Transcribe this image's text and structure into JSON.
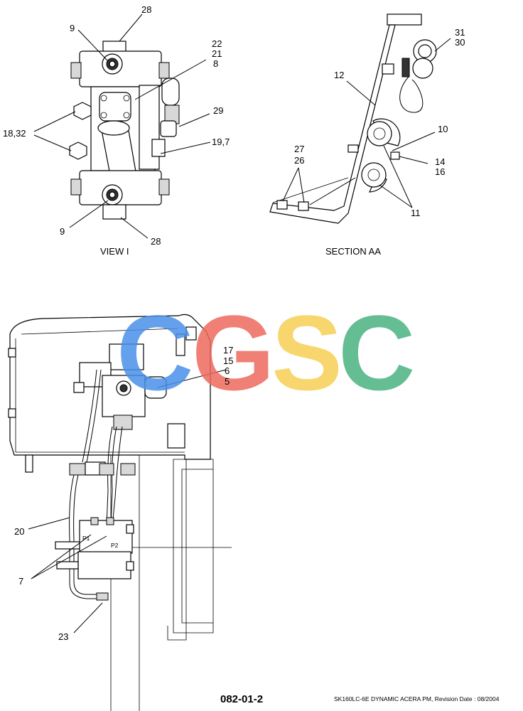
{
  "view_i": {
    "caption": "VIEW I",
    "labels": {
      "l28_top": "28",
      "l9_top": "9",
      "l22": "22",
      "l21": "21",
      "l8": "8",
      "l29": "29",
      "l18_32": "18,32",
      "l19_7": "19,7",
      "l9_bottom": "9",
      "l28_bottom": "28"
    }
  },
  "section_aa": {
    "caption": "SECTION AA",
    "labels": {
      "l31": "31",
      "l30": "30",
      "l12": "12",
      "l10": "10",
      "l27": "27",
      "l26": "26",
      "l14": "14",
      "l16": "16",
      "l11": "11"
    }
  },
  "assembly": {
    "labels": {
      "l17": "17",
      "l15": "15",
      "l6": "6",
      "l5": "5",
      "l20": "20",
      "l7": "7",
      "l23": "23",
      "p1": "P1",
      "p2": "P2"
    }
  },
  "watermark": {
    "letters": [
      "C",
      "G",
      "S",
      "C"
    ],
    "colors": [
      "#4a90e8",
      "#ee6a5e",
      "#f7cf55",
      "#4ab281"
    ]
  },
  "footer": {
    "page_number": "082-01-2",
    "revision": "SK160LC-6E DYNAMIC ACERA PM, Revision Date : 08/2004"
  }
}
